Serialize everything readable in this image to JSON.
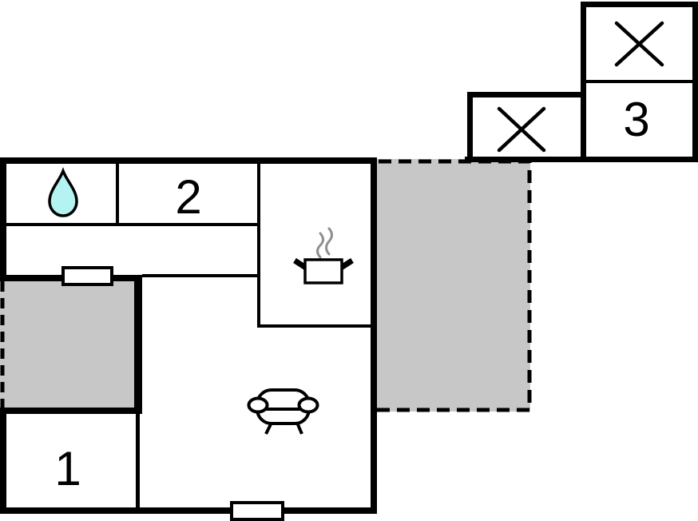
{
  "plan": {
    "type": "vacation-home-floor-plan",
    "labels": {
      "bedroom_1": "1",
      "bedroom_2": "2",
      "annex_3": "3"
    },
    "icons": {
      "bathroom": "water-drop-icon",
      "kitchen": "stove-pot-icon",
      "kitchen_steam": "steam-icon",
      "living_room": "sofa-icon",
      "annex_upper": "x-mark-icon",
      "annex_lower": "x-mark-icon"
    },
    "colors": {
      "background": "#ffffff",
      "wall": "#000000",
      "terrace_fill": "#c7c7c7",
      "water_drop": "#b5f2f2",
      "steam": "#8f8f8f"
    }
  }
}
